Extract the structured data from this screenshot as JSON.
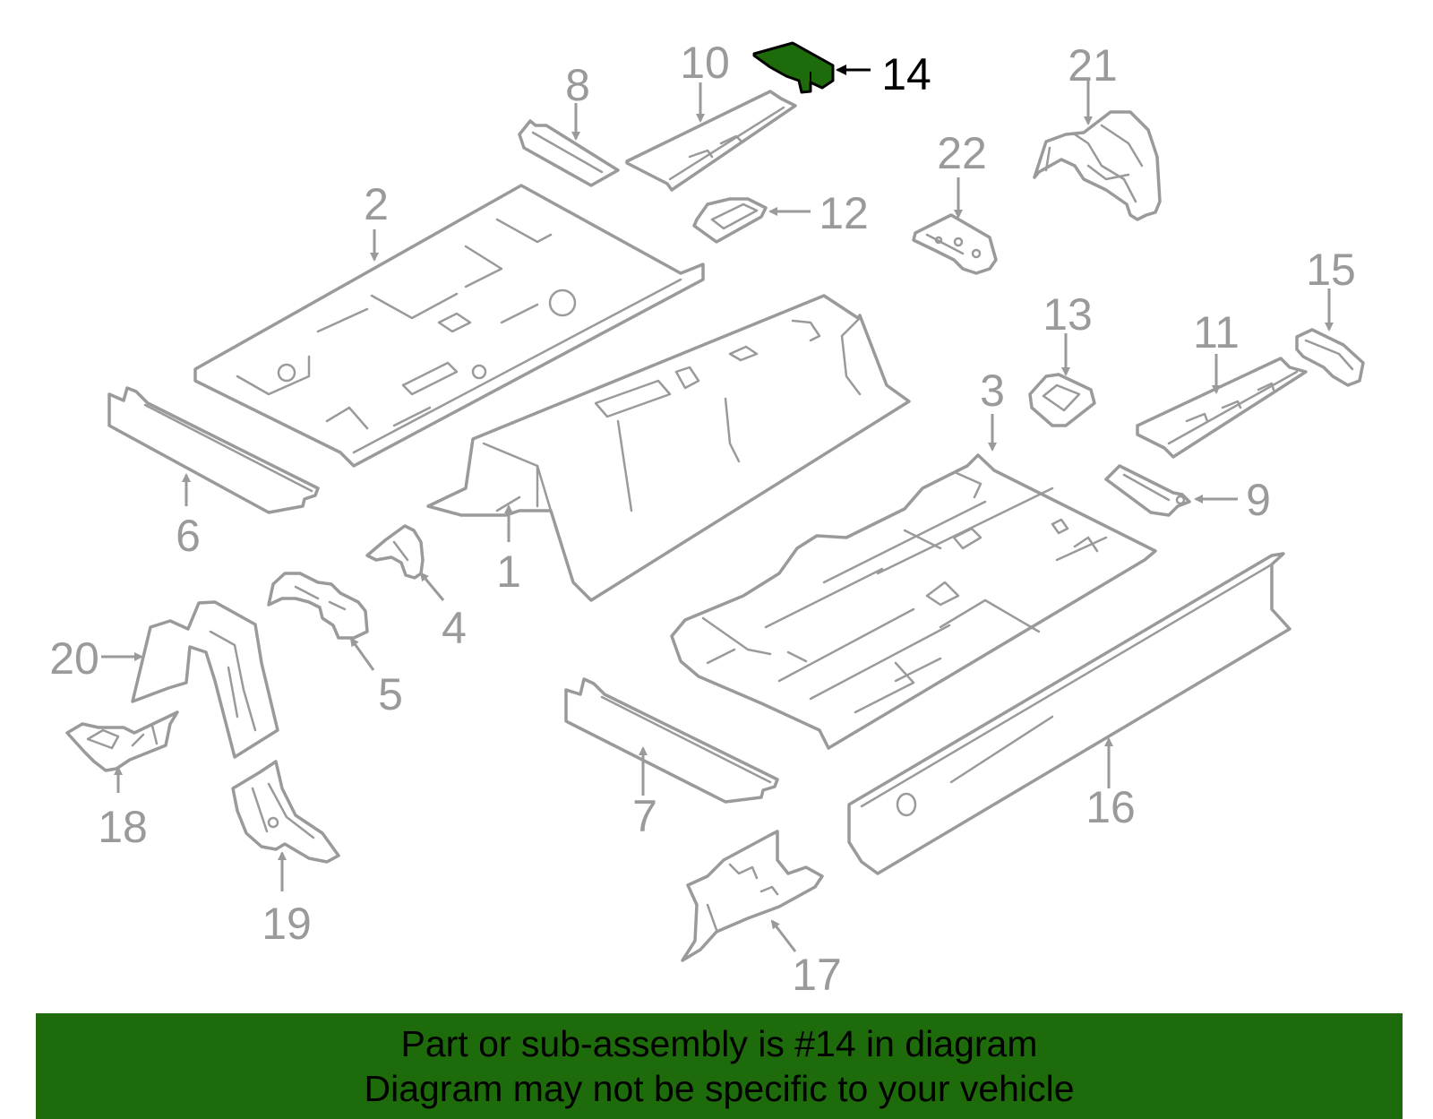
{
  "diagram": {
    "highlight_color": "#1e6b0b",
    "line_color": "#9a9a9a",
    "highlighted_part": "14",
    "callouts": {
      "c1": "1",
      "c2": "2",
      "c3": "3",
      "c4": "4",
      "c5": "5",
      "c6": "6",
      "c7": "7",
      "c8": "8",
      "c9": "9",
      "c10": "10",
      "c11": "11",
      "c12": "12",
      "c13": "13",
      "c14": "14",
      "c15": "15",
      "c16": "16",
      "c17": "17",
      "c18": "18",
      "c19": "19",
      "c20": "20",
      "c21": "21",
      "c22": "22"
    }
  },
  "banner": {
    "line1": "Part or sub-assembly is #14 in diagram",
    "line2": "Diagram may not be specific to your vehicle"
  }
}
